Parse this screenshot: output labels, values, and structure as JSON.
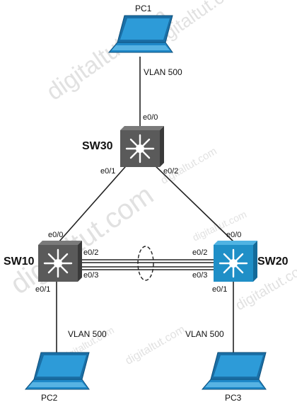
{
  "colors": {
    "line": "#222222",
    "switch_dark": "#5a5a5a",
    "switch_dark_side": "#3a3a3a",
    "switch_blue": "#1f8fc7",
    "switch_blue_side": "#136a99",
    "laptop_blue": "#1e88c8",
    "watermark": "#cfcfcf"
  },
  "watermark_text": "digitaltut.com",
  "nodes": {
    "pc1": {
      "label": "PC1",
      "icon": "laptop-icon"
    },
    "pc2": {
      "label": "PC2",
      "icon": "laptop-icon"
    },
    "pc3": {
      "label": "PC3",
      "icon": "laptop-icon"
    },
    "sw30": {
      "label": "SW30",
      "icon": "multilayer-switch-icon"
    },
    "sw10": {
      "label": "SW10",
      "icon": "multilayer-switch-icon"
    },
    "sw20": {
      "label": "SW20",
      "icon": "multilayer-switch-icon"
    }
  },
  "links": {
    "pc1_sw30": {
      "vlan": "VLAN 500",
      "sw30_port": "e0/0"
    },
    "sw30_sw10": {
      "sw30_port": "e0/1",
      "sw10_port": "e0/0"
    },
    "sw30_sw20": {
      "sw30_port": "e0/2",
      "sw20_port": "e0/0"
    },
    "sw10_sw20_a": {
      "sw10_port": "e0/2",
      "sw20_port": "e0/2"
    },
    "sw10_sw20_b": {
      "sw10_port": "e0/3",
      "sw20_port": "e0/3"
    },
    "sw10_pc2": {
      "sw10_port": "e0/1",
      "vlan": "VLAN 500"
    },
    "sw20_pc3": {
      "sw20_port": "e0/1",
      "vlan": "VLAN 500"
    }
  }
}
